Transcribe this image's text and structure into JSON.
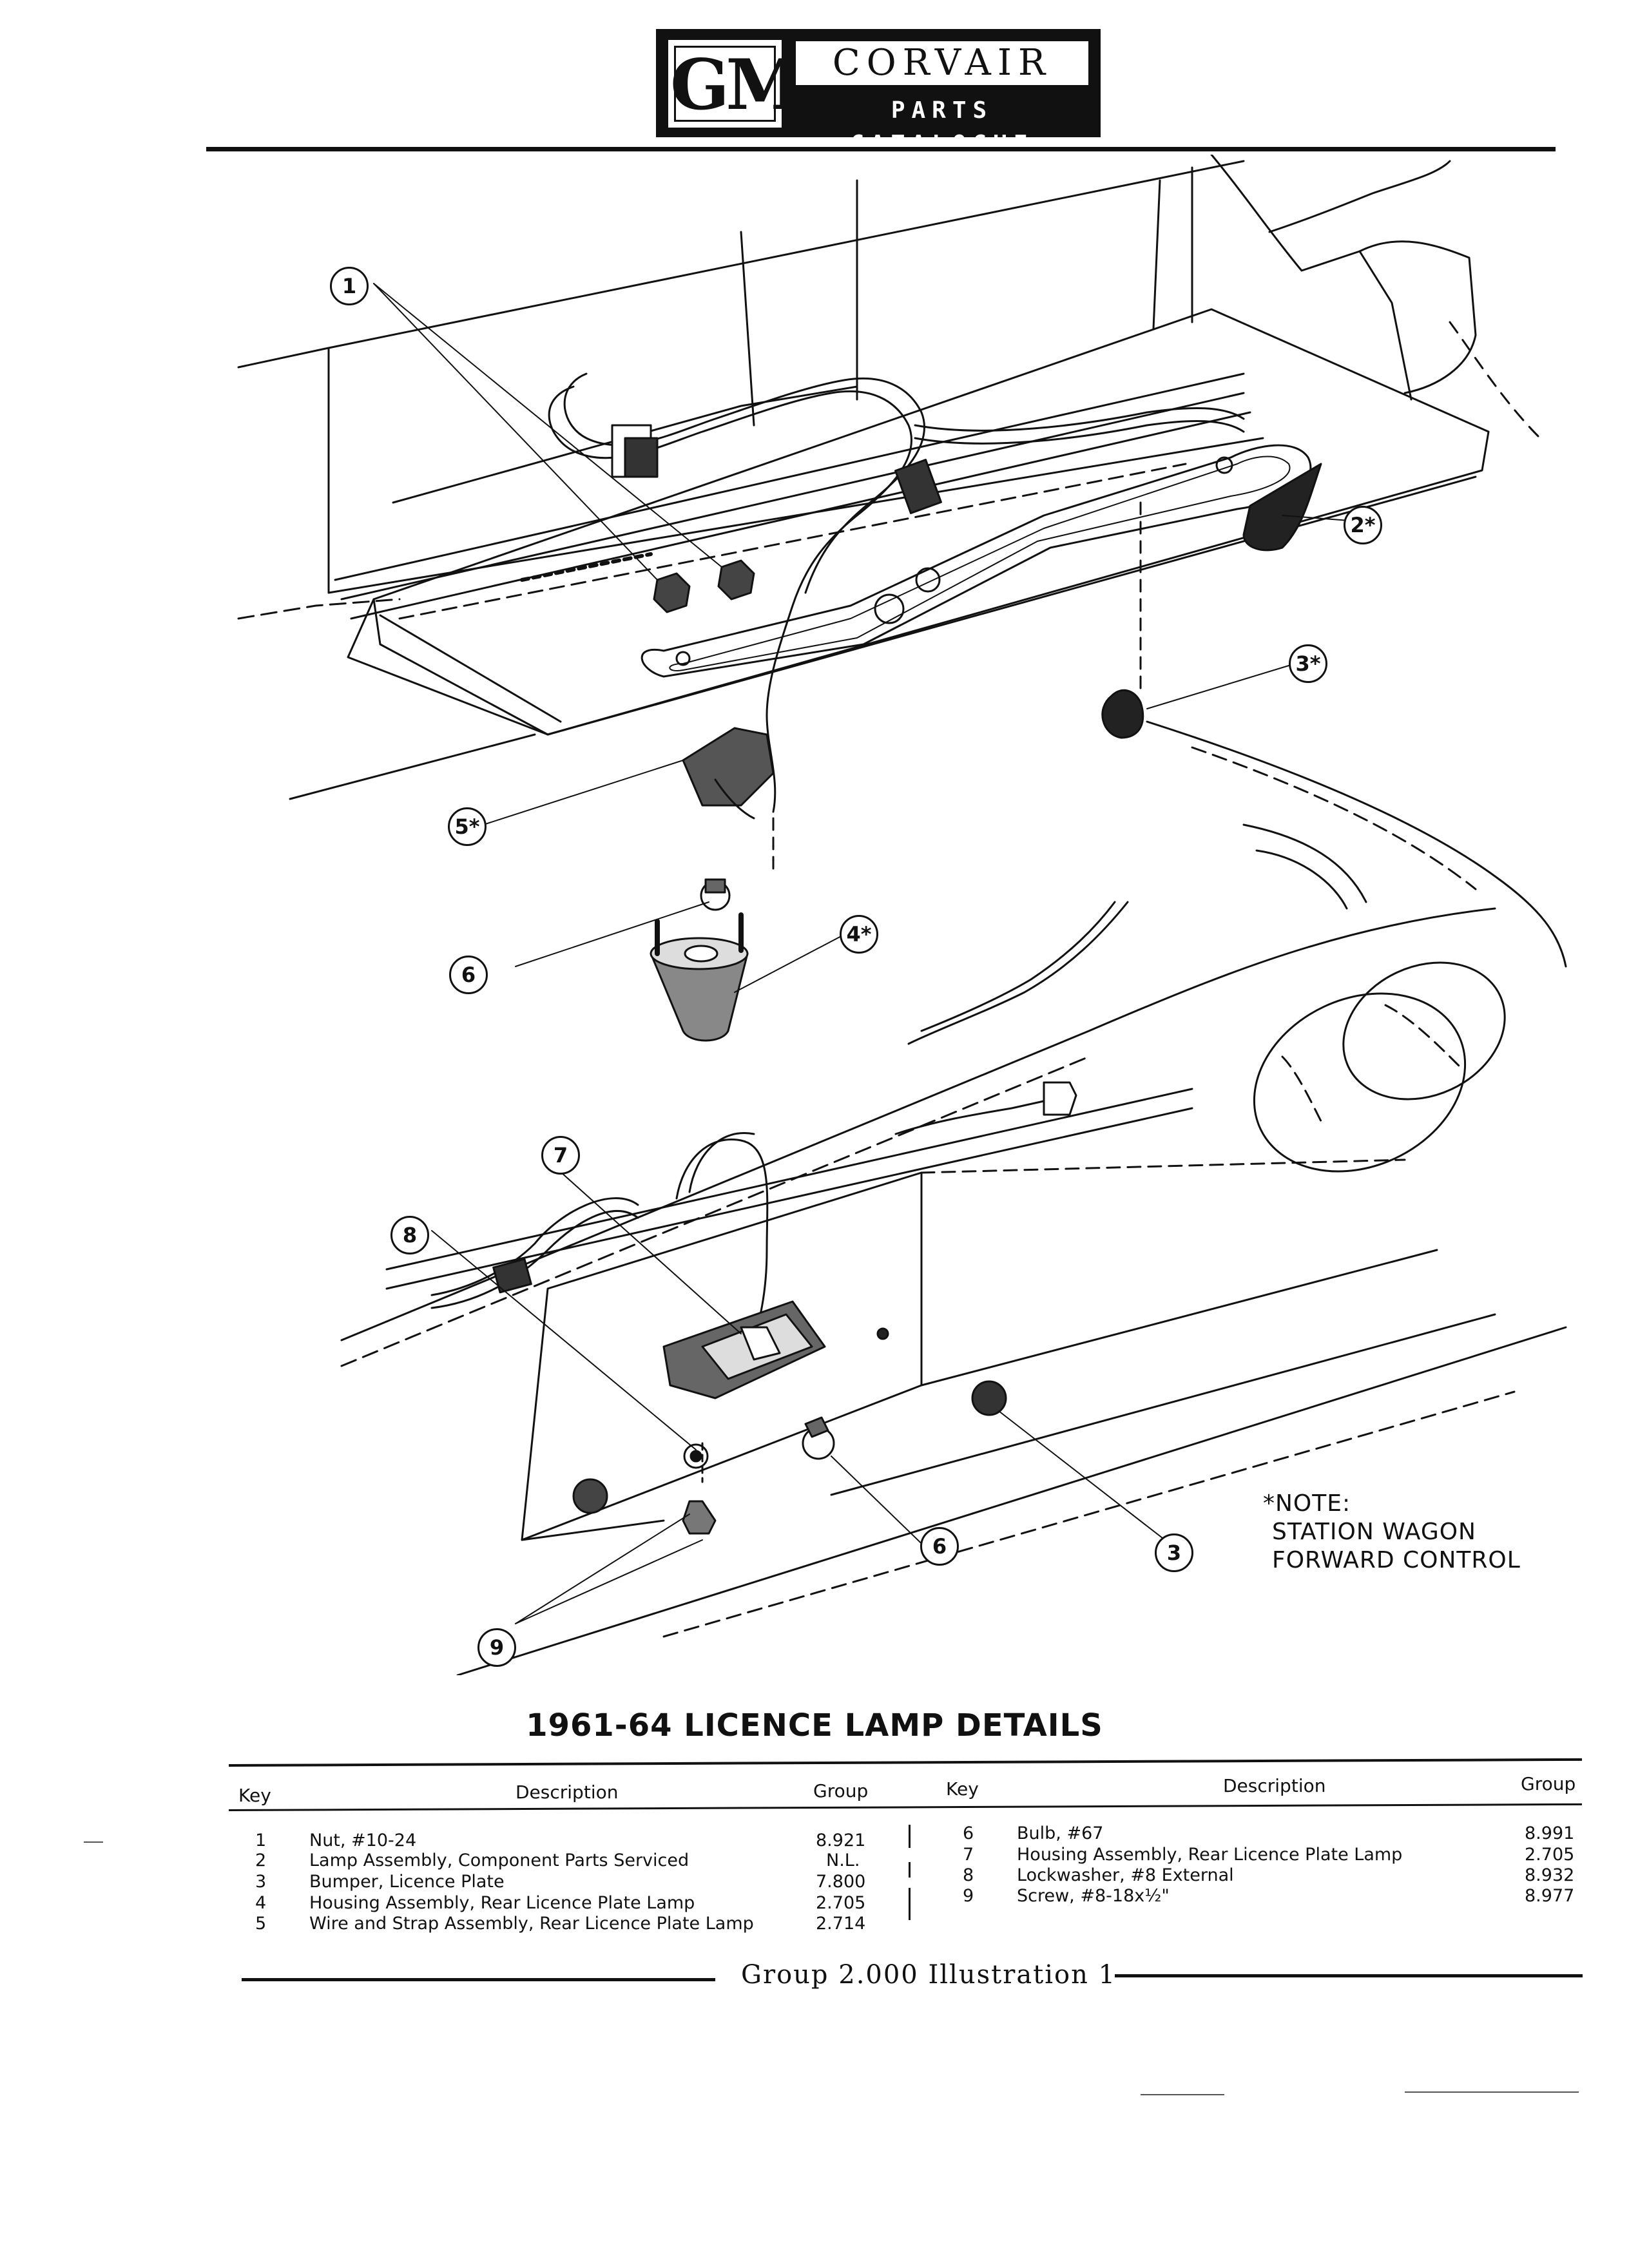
{
  "header": {
    "logo": "GM",
    "brand": "CORVAIR",
    "subtitle": "PARTS CATALOGUE"
  },
  "callouts": [
    "1",
    "2*",
    "3*",
    "5*",
    "6",
    "4*",
    "7",
    "8",
    "6",
    "3",
    "9"
  ],
  "note": [
    "*NOTE:",
    "STATION WAGON",
    "FORWARD CONTROL"
  ],
  "title": "1961-64 LICENCE LAMP DETAILS",
  "table": {
    "headers": {
      "key": "Key",
      "description": "Description",
      "group": "Group"
    },
    "left": [
      {
        "key": "1",
        "description": "Nut, #10-24",
        "group": "8.921"
      },
      {
        "key": "2",
        "description": "Lamp Assembly, Component Parts Serviced",
        "group": "N.L."
      },
      {
        "key": "3",
        "description": "Bumper, Licence Plate",
        "group": "7.800"
      },
      {
        "key": "4",
        "description": "Housing Assembly, Rear Licence Plate Lamp",
        "group": "2.705"
      },
      {
        "key": "5",
        "description": "Wire and Strap Assembly, Rear Licence Plate Lamp",
        "group": "2.714"
      }
    ],
    "right": [
      {
        "key": "6",
        "description": "Bulb, #67",
        "group": "8.991"
      },
      {
        "key": "7",
        "description": "Housing Assembly, Rear Licence Plate Lamp",
        "group": "2.705"
      },
      {
        "key": "8",
        "description": "Lockwasher, #8 External",
        "group": "8.932"
      },
      {
        "key": "9",
        "description": "Screw, #8-18x½\"",
        "group": "8.977"
      }
    ]
  },
  "footer": "Group 2.000 Illustration 1"
}
